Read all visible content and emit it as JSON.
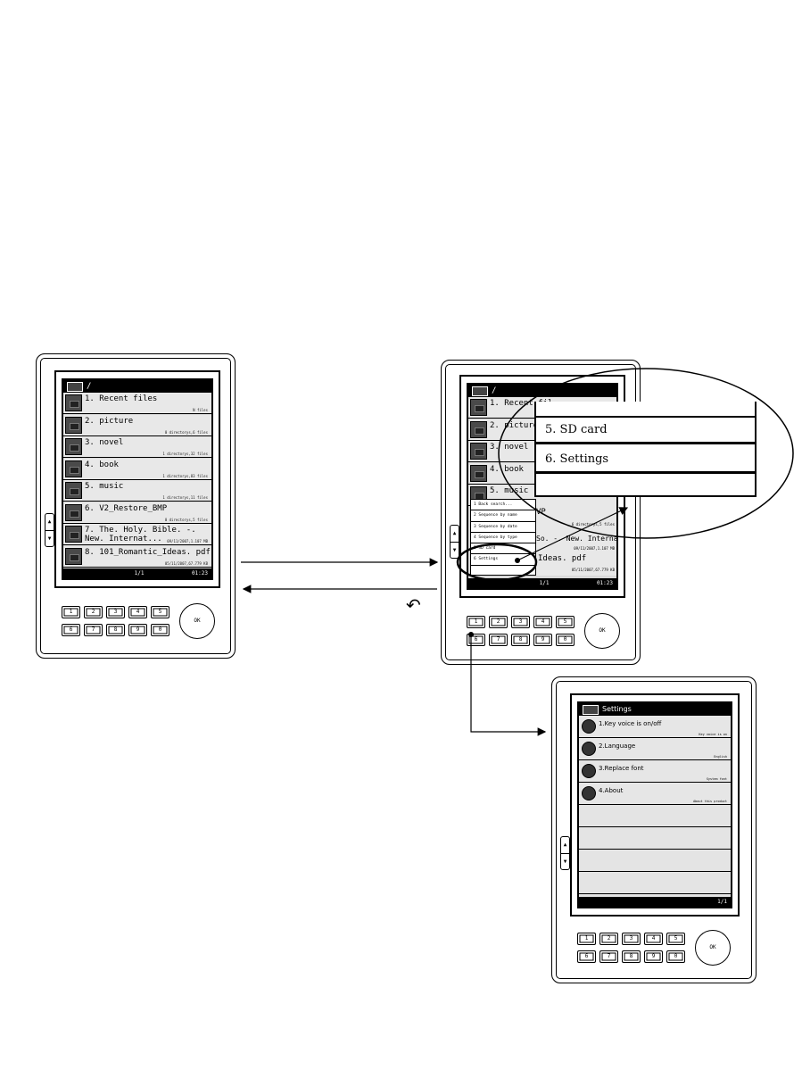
{
  "left_device": {
    "path": "/",
    "files": [
      {
        "label": "1. Recent files",
        "sub": "N files"
      },
      {
        "label": "2. picture",
        "sub": "0 directorys,6 files"
      },
      {
        "label": "3. novel",
        "sub": "1 directorys,32 files"
      },
      {
        "label": "4. book",
        "sub": "1 directorys,83 files"
      },
      {
        "label": "5. music",
        "sub": "1 directorys,11 files"
      },
      {
        "label": "6. V2_Restore_BMP",
        "sub": "0 directorys,5 files"
      },
      {
        "label": "7. The. Holy. Bible. -. New. Internat...",
        "sub": "09/11/2007,1.107 MB"
      },
      {
        "label": "8. 101_Romantic_Ideas. pdf",
        "sub": "05/11/2007,67.779 KB"
      }
    ],
    "page": "1/1",
    "time": "01:23"
  },
  "middle_device": {
    "path": "/",
    "files": [
      {
        "label": "1. Recent fil"
      },
      {
        "label": "2. picture"
      },
      {
        "label": "3. novel"
      },
      {
        "label": "4. book"
      },
      {
        "label": "5. music"
      }
    ],
    "popup_items": [
      "1 Back search...",
      "2 Sequence by name",
      "3 Sequence by date",
      "4 Sequence by type",
      "5 SD card",
      "6 Settings"
    ],
    "right_snippets": [
      "VP",
      "6 directorys,5 files",
      "So. -. New. Internat...",
      "09/11/2007,1.107 MB",
      "Ideas. pdf",
      "05/11/2007,67.779 KB"
    ],
    "page": "1/1",
    "time": "01:23"
  },
  "zoom": {
    "items": [
      "5.  SD card",
      "6. Settings"
    ]
  },
  "settings_device": {
    "title": "Settings",
    "items": [
      {
        "label": "1.Key voice is on/off",
        "sub": "Key voice is on"
      },
      {
        "label": "2.Language",
        "sub": "English"
      },
      {
        "label": "3.Replace font",
        "sub": "System font"
      },
      {
        "label": "4.About",
        "sub": "About this product"
      }
    ],
    "page": "1/1"
  },
  "keypad": {
    "row1": [
      "1",
      "2",
      "3",
      "4",
      "5"
    ],
    "row2": [
      "6",
      "7",
      "8",
      "9",
      "0"
    ],
    "ok": "OK"
  },
  "back_symbol": "↶"
}
